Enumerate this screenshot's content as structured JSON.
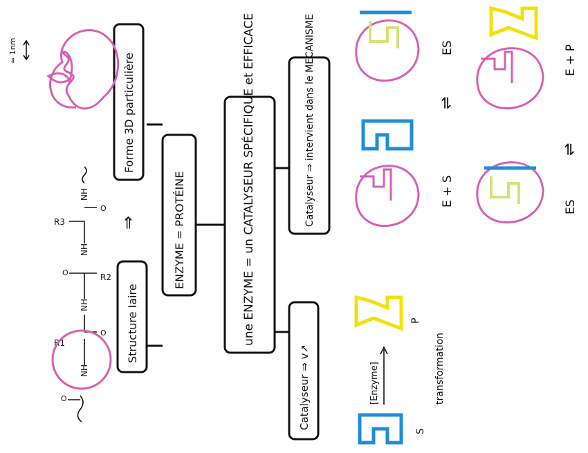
{
  "colors": {
    "enzyme": "#d75fb3",
    "substrate": "#1e8fd6",
    "product": "#f2e10d",
    "site": "#d4e27a",
    "ink": "#111111"
  },
  "boxes": {
    "center": "une ENZYME = un CATALYSEUR SPÉCIFIQUE et EFFICACE",
    "enzyme_protein": "ENZYME = PROTÉINE",
    "structure": "Structure Iaire",
    "forme": "Forme 3D particulière",
    "cat_v": "Catalyseur ⇒ v↗",
    "cat_meca": "Catalyseur ⇒ intervient dans le MECANISME"
  },
  "arrow_symbol": "⇒",
  "scale_label": "≈ 1nm",
  "chemistry": {
    "r1": "R1",
    "r2": "R2",
    "r3": "R3",
    "nh": "NH",
    "o": "O"
  },
  "reaction1": {
    "enzyme_label": "[Enzyme]",
    "transformation_label": "transformation",
    "s_label": "S",
    "p_label": "P"
  },
  "reaction2": {
    "lhs": "E + S",
    "eq_symbol": "⇌",
    "rhs": "ES"
  },
  "reaction3": {
    "lhs": "ES",
    "eq_symbol": "⇌",
    "rhs": "E + P"
  }
}
